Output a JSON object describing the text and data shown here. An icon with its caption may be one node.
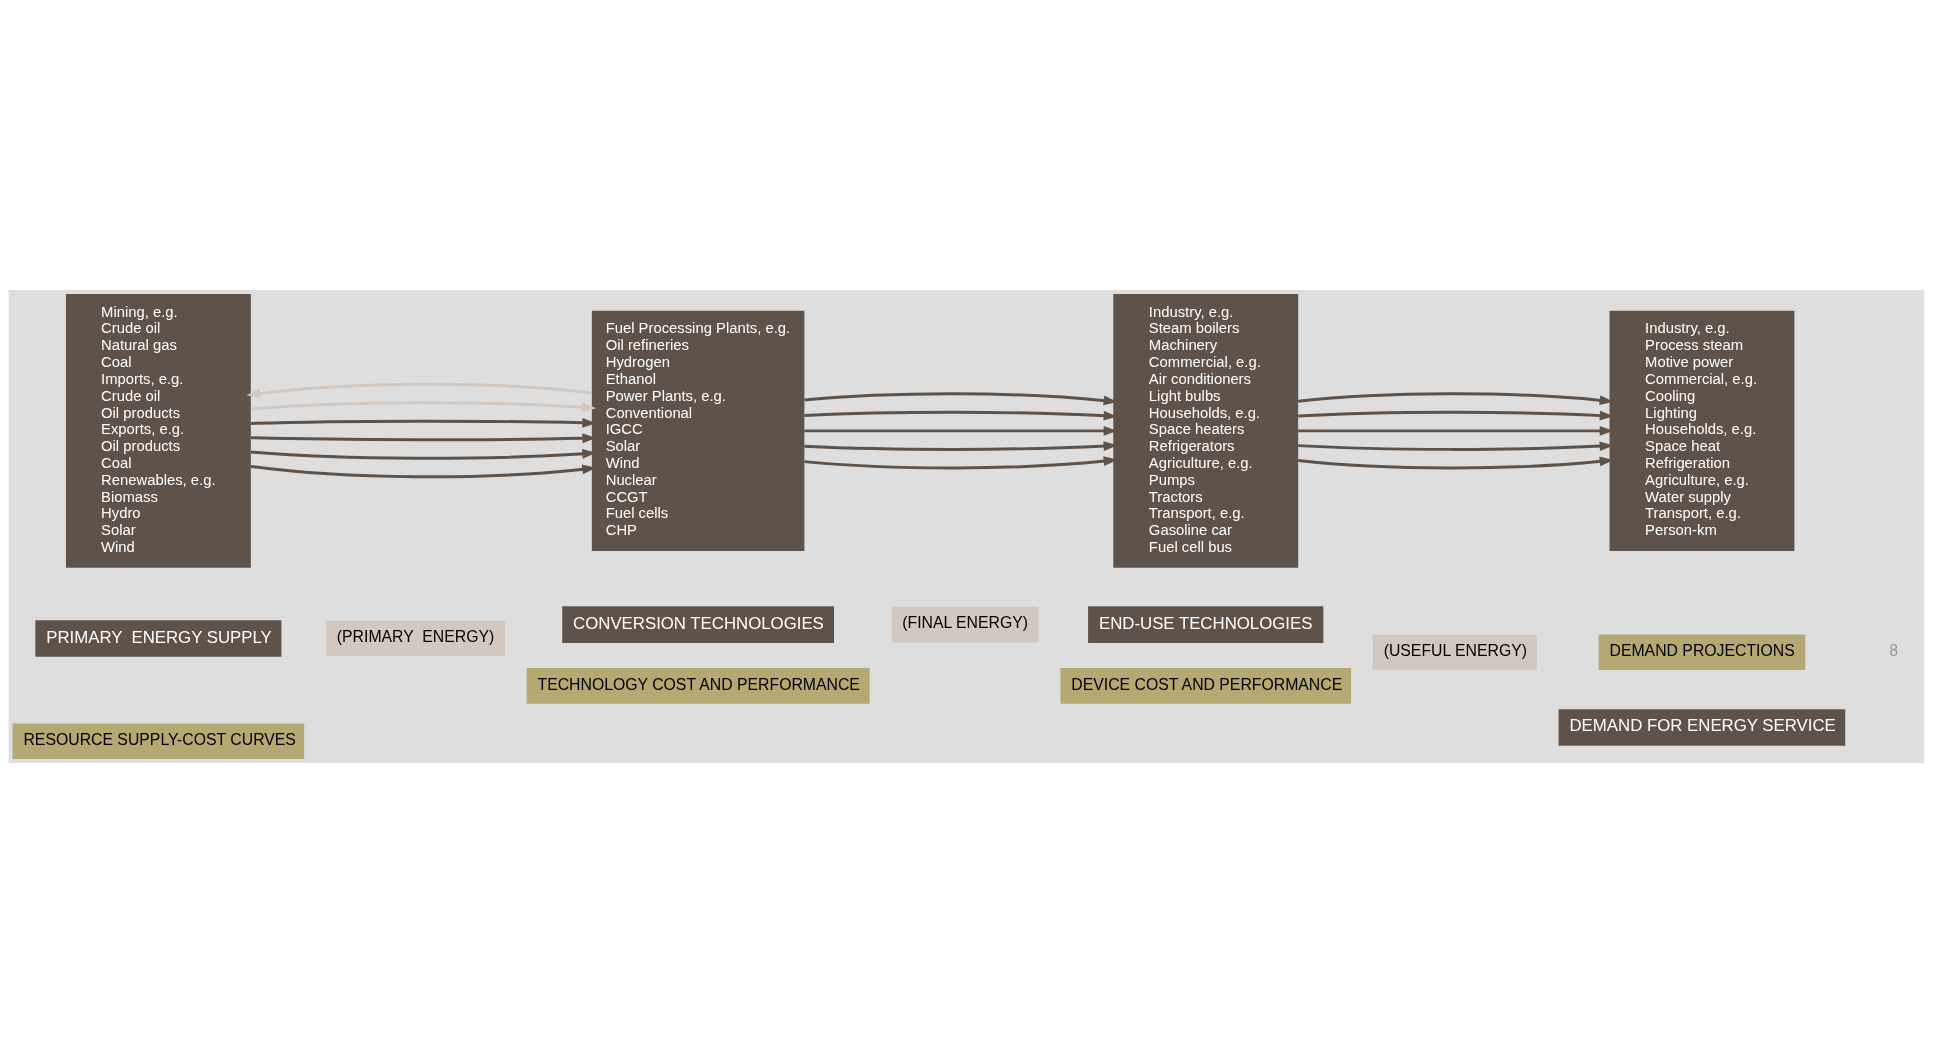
{
  "diagram": {
    "nodes": [
      {
        "text": [
          "PRIMARY  ENERGY SUPPLY"
        ]
      },
      {
        "text": [
          "CONVERSION TECHNOLOGIES"
        ]
      },
      {
        "text": [
          "END-USE TECHNOLOGIES"
        ]
      },
      {
        "text": [
          "DEMAND FOR ENERGY SERVICE"
        ]
      },
      {
        "text": [
          "(PRIMARY  ENERGY)"
        ]
      },
      {
        "text": [
          "(FINAL ENERGY)"
        ]
      },
      {
        "text": [
          "(USEFUL ENERGY)"
        ]
      },
      {
        "text": [
          "Mining, e.g.",
          "Crude oil",
          "Natural gas",
          "Coal",
          "Imports, e.g.",
          "Crude oil",
          "Oil products",
          "Exports, e.g.",
          "Oil products",
          "Coal",
          "Renewables, e.g.",
          "Biomass",
          "Hydro",
          "Solar",
          "Wind"
        ]
      },
      {
        "text": [
          "Fuel Processing Plants, e.g.",
          "Oil refineries",
          "Hydrogen",
          "Ethanol",
          "Power Plants, e.g.",
          "Conventional",
          "IGCC",
          "Solar",
          "Wind",
          "Nuclear",
          "CCGT",
          "Fuel cells",
          "CHP"
        ]
      },
      {
        "text": [
          "Industry, e.g.",
          "Steam boilers",
          "Machinery",
          "Commercial, e.g.",
          "Air conditioners",
          "Light bulbs",
          "Households, e.g.",
          "Space heaters",
          "Refrigerators",
          "Agriculture, e.g.",
          "Pumps",
          "Tractors",
          "Transport, e.g.",
          "Gasoline car",
          "Fuel cell bus"
        ]
      },
      {
        "text": [
          "Industry, e.g.",
          "Process steam",
          "Motive power",
          "Commercial, e.g.",
          "Cooling",
          "Lighting",
          "Households, e.g.",
          "Space heat",
          "Refrigeration",
          "Agriculture, e.g.",
          "Water supply",
          "Transport, e.g.",
          "Person-km"
        ]
      },
      {
        "text": [
          "RESOURCE SUPPLY-COST CURVES"
        ]
      },
      {
        "text": [
          "TECHNOLOGY COST AND PERFORMANCE"
        ]
      },
      {
        "text": [
          "DEVICE COST AND PERFORMANCE"
        ]
      },
      {
        "text": [
          "DEMAND PROJECTIONS"
        ]
      }
    ],
    "edges": [
      {
        "from": 7,
        "to": 8,
        "arrow": "to"
      },
      {
        "from": 7,
        "to": 8,
        "arrow": "to"
      },
      {
        "from": 7,
        "to": 8,
        "arrow": "to"
      },
      {
        "from": 7,
        "to": 8,
        "arrow": "to"
      },
      {
        "from": 7,
        "to": 8,
        "arrow": "to",
        "color": "#d3c8c0"
      },
      {
        "from": 8,
        "to": 7,
        "arrow": "to",
        "color": "#d3c8c0"
      },
      {
        "from": 8,
        "to": 9,
        "arrow": "to"
      },
      {
        "from": 8,
        "to": 9,
        "arrow": "to"
      },
      {
        "from": 8,
        "to": 9,
        "arrow": "to"
      },
      {
        "from": 8,
        "to": 9,
        "arrow": "to"
      },
      {
        "from": 8,
        "to": 9,
        "arrow": "to"
      },
      {
        "from": 9,
        "to": 10,
        "arrow": "to"
      },
      {
        "from": 9,
        "to": 10,
        "arrow": "to"
      },
      {
        "from": 9,
        "to": 10,
        "arrow": "to"
      },
      {
        "from": 9,
        "to": 10,
        "arrow": "to"
      },
      {
        "from": 9,
        "to": 10,
        "arrow": "to"
      }
    ],
    "labels": [
      "8"
    ]
  }
}
